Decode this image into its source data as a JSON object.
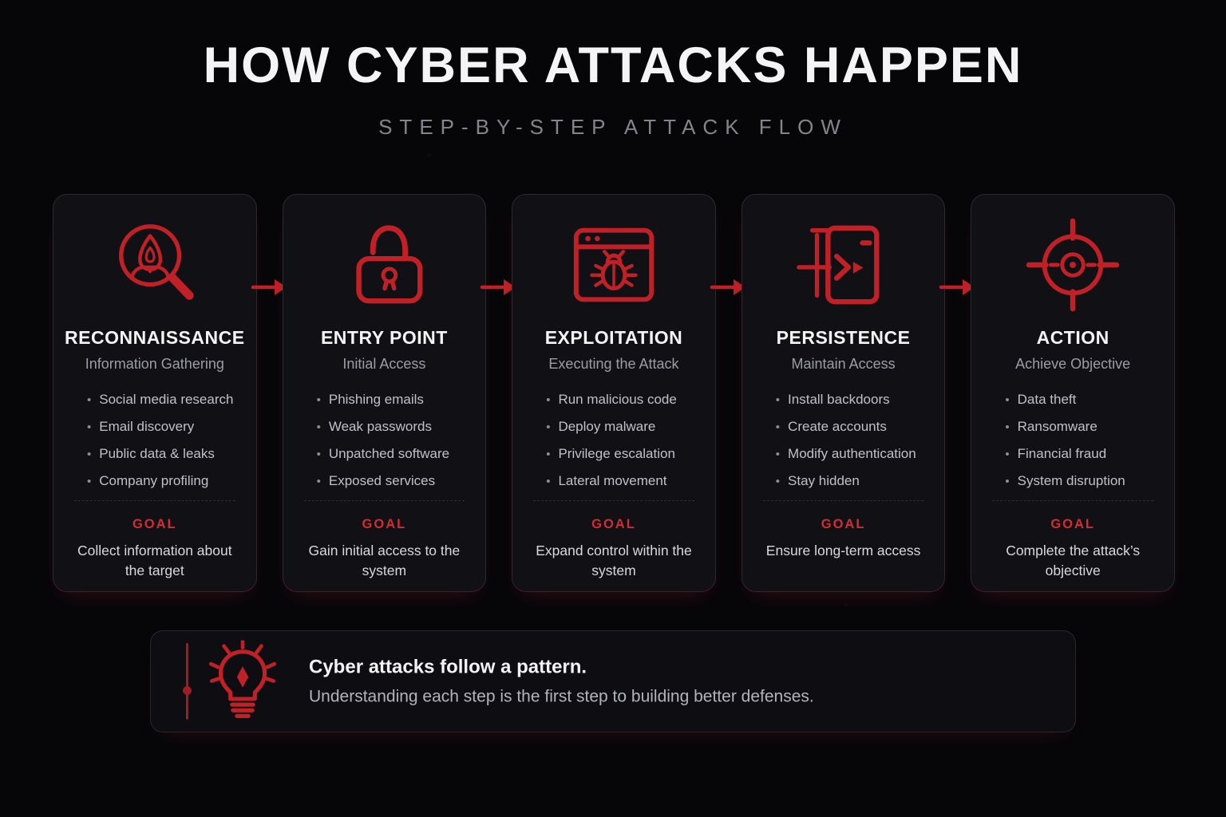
{
  "header": {
    "title": "HOW CYBER ATTACKS HAPPEN",
    "subtitle": "STEP-BY-STEP ATTACK FLOW"
  },
  "labels": {
    "goal": "GOAL"
  },
  "colors": {
    "page_bg": "#060609",
    "card_bg": "#101015",
    "icon_red": "#bf2127",
    "arrow_red": "#c42028",
    "goal_red": "#d02e33",
    "title_white": "#f4f4f6",
    "muted_gray": "#9c9ca4"
  },
  "steps": [
    {
      "icon": "magnifier-user-icon",
      "title": "RECONNAISSANCE",
      "subtitle": "Information Gathering",
      "items": [
        "Social media research",
        "Email discovery",
        "Public data & leaks",
        "Company profiling"
      ],
      "goal": "Collect information about the target"
    },
    {
      "icon": "open-padlock-icon",
      "title": "ENTRY POINT",
      "subtitle": "Initial Access",
      "items": [
        "Phishing emails",
        "Weak passwords",
        "Unpatched software",
        "Exposed services"
      ],
      "goal": "Gain initial access to the system"
    },
    {
      "icon": "browser-bug-icon",
      "title": "EXPLOITATION",
      "subtitle": "Executing the Attack",
      "items": [
        "Run malicious code",
        "Deploy malware",
        "Privilege escalation",
        "Lateral movement"
      ],
      "goal": "Expand control within the system"
    },
    {
      "icon": "door-entry-icon",
      "title": "PERSISTENCE",
      "subtitle": "Maintain Access",
      "items": [
        "Install backdoors",
        "Create accounts",
        "Modify authentication",
        "Stay hidden"
      ],
      "goal": "Ensure long-term access"
    },
    {
      "icon": "target-icon",
      "title": "ACTION",
      "subtitle": "Achieve Objective",
      "items": [
        "Data theft",
        "Ransomware",
        "Financial fraud",
        "System disruption"
      ],
      "goal": "Complete the attack’s objective"
    }
  ],
  "callout": {
    "icon": "lightbulb-icon",
    "title": "Cyber attacks follow a pattern.",
    "text": "Understanding each step is the first step to building better defenses."
  }
}
